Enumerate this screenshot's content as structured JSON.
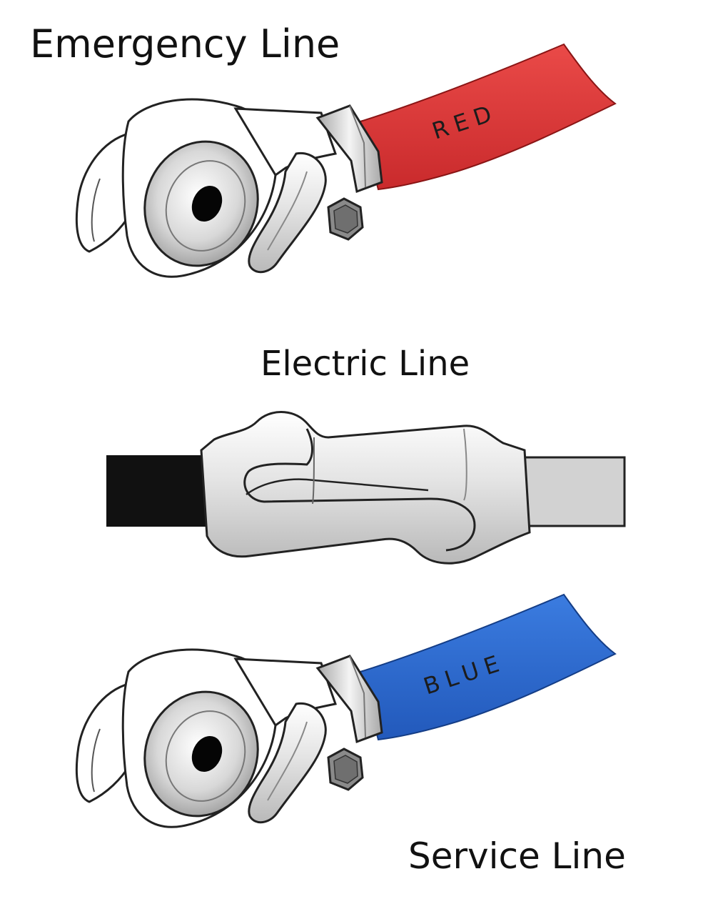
{
  "labels": {
    "emergency": "Emergency Line",
    "electric": "Electric Line",
    "service": "Service Line"
  },
  "hoses": {
    "emergency_text": "RED",
    "service_text": "BLUE"
  },
  "colors": {
    "emergency_hose": "#e0393a",
    "service_hose": "#2f6fd6",
    "electric_cable_left": "#111111",
    "electric_cable_right": "#d2d2d2",
    "metal": "#e6e6e6",
    "outline": "#222222"
  }
}
